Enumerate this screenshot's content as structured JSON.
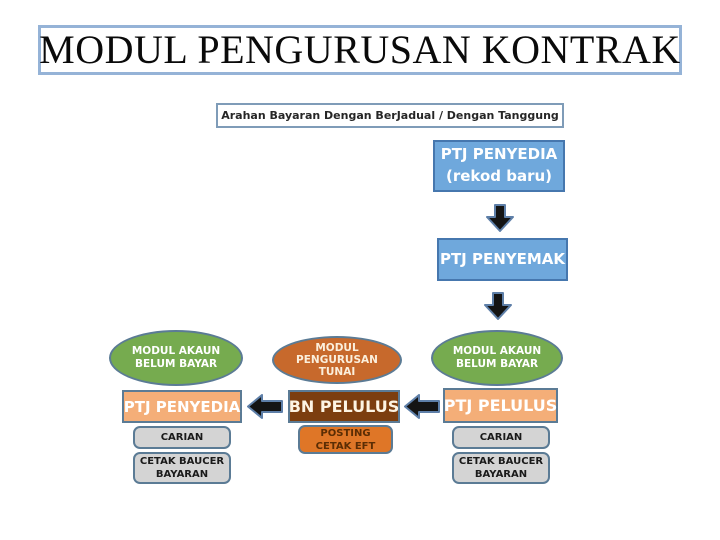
{
  "colors": {
    "title-border": "#95b3d7",
    "subtitle-border": "#7f9cb8",
    "accent-blue": "#6fa8dc",
    "accent-blue-border": "#4677ae",
    "green": "#76ab4f",
    "orange": "#c7692c",
    "orange-bright": "#df7627",
    "peach": "#f4ae78",
    "dark-brown": "#7c3e0f",
    "gray-box": "#d4d4d4",
    "shape-border": "#5b7b95",
    "arrow-fill": "#141414",
    "arrow-stroke": "#5e7fa8"
  },
  "title": "MODUL PENGURUSAN KONTRAK",
  "subtitle": "Arahan Bayaran Dengan BerJadual / Dengan Tanggung",
  "flow": {
    "penyedia_line1": "PTJ PENYEDIA",
    "penyedia_line2": "(rekod baru)",
    "penyemak": "PTJ PENYEMAK"
  },
  "left_column": {
    "module_line1": "MODUL AKAUN",
    "module_line2": "BELUM BAYAR",
    "role": "PTJ PENYEDIA",
    "action1": "CARIAN",
    "action2_line1": "CETAK BAUCER",
    "action2_line2": "BAYARAN"
  },
  "middle_column": {
    "module_line1": "MODUL",
    "module_line2": "PENGURUSAN",
    "module_line3": "TUNAI",
    "role": "BN PELULUS",
    "action1_line1": "POSTING",
    "action1_line2": "CETAK EFT"
  },
  "right_column": {
    "module_line1": "MODUL AKAUN",
    "module_line2": "BELUM BAYAR",
    "role": "PTJ PELULUS",
    "action1": "CARIAN",
    "action2_line1": "CETAK BAUCER",
    "action2_line2": "BAYARAN"
  }
}
